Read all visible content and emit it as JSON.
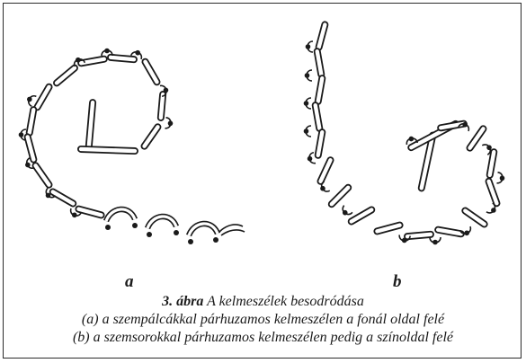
{
  "figure": {
    "panel_a_label": "a",
    "panel_b_label": "b",
    "caption_number": "3. ábra",
    "caption_title": "A kelmeszélek besodródása",
    "caption_line_a": "(a) a szempálcákkal párhuzamos kelmeszélen a fonál oldal felé",
    "caption_line_b": "(b) a szemsorokkal párhuzamos kelmeszélen pedig a színoldal felé"
  },
  "colors": {
    "ink": "#1a1a1a",
    "paper": "#ffffff"
  }
}
